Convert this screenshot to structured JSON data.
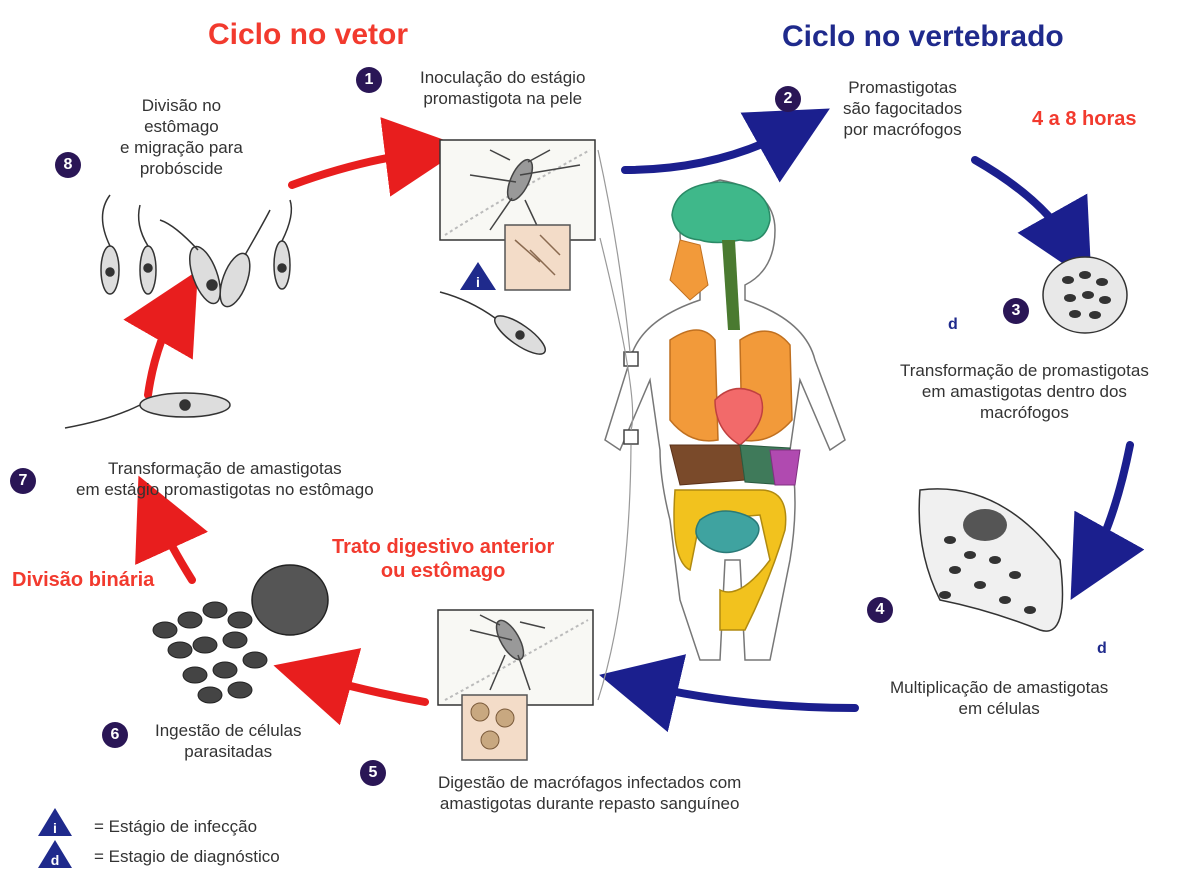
{
  "colors": {
    "vector": "#f23a2e",
    "vertebrate": "#1f2a8c",
    "badge": "#2a1656",
    "arrow_red": "#e81e1e",
    "arrow_blue": "#1b1f8e",
    "brain": "#3fb88a",
    "lungs": "#f29a3a",
    "heart": "#f26a6a",
    "intestine": "#f2c21e",
    "colon": "#3fa3a0",
    "liver": "#7a4a2a"
  },
  "headers": {
    "vector_cycle": "Ciclo no vetor",
    "vertebrate_cycle": "Ciclo no vertebrado",
    "time_label": "4 a 8 horas",
    "digestive_tract": "Trato digestivo anterior\nou estômago",
    "binary_division": "Divisão binária"
  },
  "steps": [
    {
      "number": "1",
      "text": "Inoculação do estágio\npromastigota na pele"
    },
    {
      "number": "2",
      "text": "Promastigotas\nsão fagocitados\npor macrófogos"
    },
    {
      "number": "3",
      "text": "Transformação de promastigotas\nem amastigotas dentro dos\nmacrófogos"
    },
    {
      "number": "4",
      "text": "Multiplicação de amastigotas\nem células"
    },
    {
      "number": "5",
      "text": "Digestão de macrófagos infectados com\namastigotas durante repasto sanguíneo"
    },
    {
      "number": "6",
      "text": "Ingestão de células\nparasitadas"
    },
    {
      "number": "7",
      "text": "Transformação de amastigotas\nem estágio promastigotas no estômago"
    },
    {
      "number": "8",
      "text": "Divisão no\nestômago\ne migração para\nprobóscide"
    }
  ],
  "markers": {
    "infective": "i",
    "diagnostic": "d"
  },
  "legend": [
    {
      "icon": "infective-stage-icon",
      "symbol": "i",
      "text": "= Estágio de infecção"
    },
    {
      "icon": "diagnostic-stage-icon",
      "symbol": "d",
      "text": "= Estagio de diagnóstico"
    }
  ]
}
